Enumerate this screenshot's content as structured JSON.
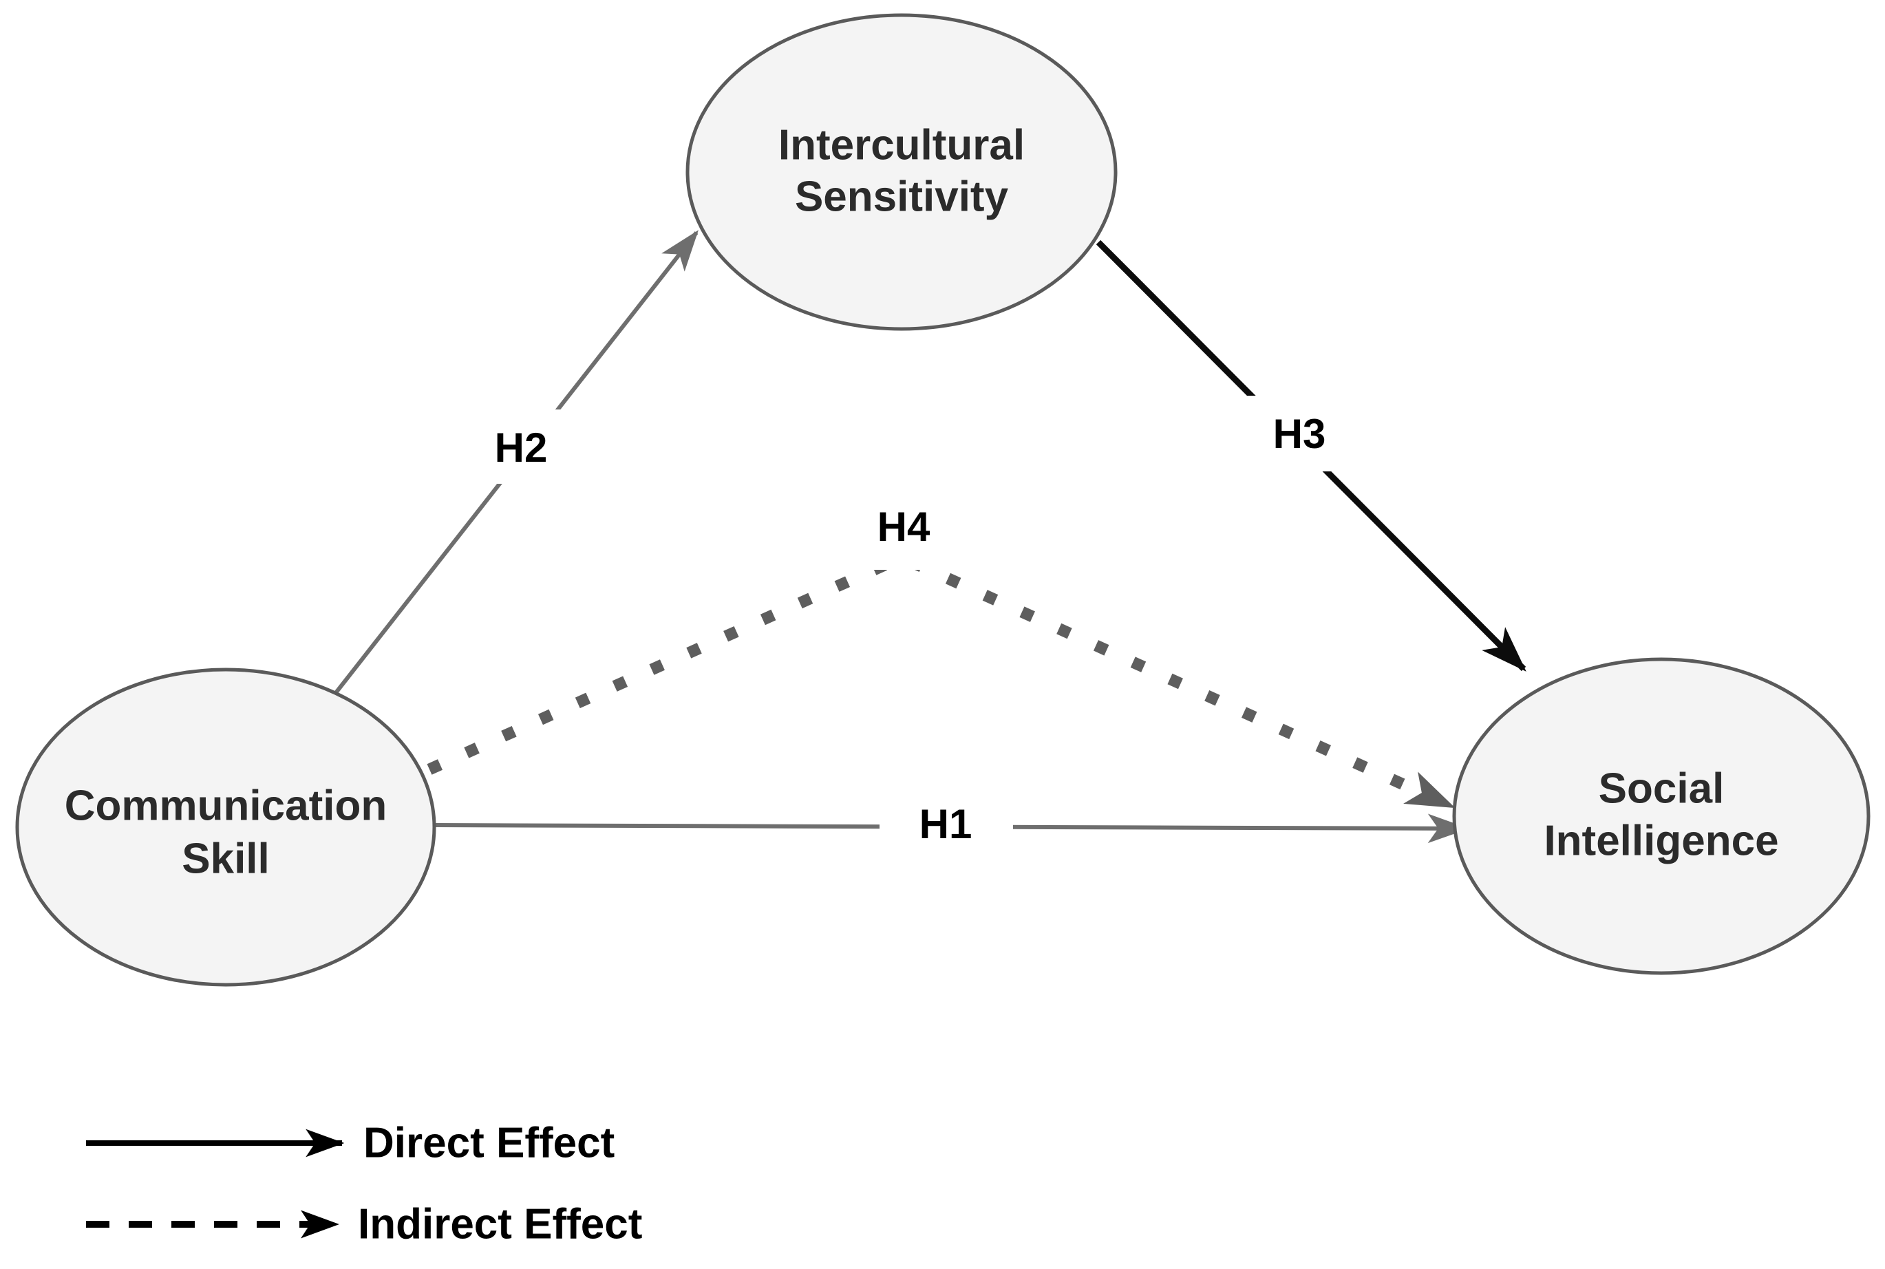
{
  "figure": {
    "kind": "conceptual-research-model",
    "background_color": "#ffffff"
  },
  "nodes": [
    {
      "id": "intercultural-sensitivity",
      "label_line1": "Intercultural",
      "label_line2": "Sensitivity",
      "fill_color": "#f4f4f4",
      "stroke_color": "#5a5a5a"
    },
    {
      "id": "communication-skill",
      "label_line1": "Communication",
      "label_line2": "Skill",
      "fill_color": "#f4f4f4",
      "stroke_color": "#5a5a5a"
    },
    {
      "id": "social-intelligence",
      "label_line1": "Social",
      "label_line2": "Intelligence",
      "fill_color": "#f4f4f4",
      "stroke_color": "#5a5a5a"
    }
  ],
  "edges": [
    {
      "id": "h1",
      "label": "H1",
      "from": "communication-skill",
      "to": "social-intelligence",
      "style": "solid",
      "color": "#6e6e6e",
      "effect": "Direct Effect"
    },
    {
      "id": "h2",
      "label": "H2",
      "from": "communication-skill",
      "to": "intercultural-sensitivity",
      "style": "solid",
      "color": "#6e6e6e",
      "effect": "Direct Effect"
    },
    {
      "id": "h3",
      "label": "H3",
      "from": "intercultural-sensitivity",
      "to": "social-intelligence",
      "style": "solid",
      "color": "#0c0c0c",
      "effect": "Direct Effect"
    },
    {
      "id": "h4",
      "label": "H4",
      "from": "communication-skill",
      "to": "social-intelligence",
      "style": "dotted",
      "color": "#5e5e5e",
      "effect": "Indirect Effect"
    }
  ],
  "legend": {
    "items": [
      {
        "id": "direct-effect",
        "label": "Direct Effect",
        "style": "solid",
        "color": "#000000"
      },
      {
        "id": "indirect-effect",
        "label": "Indirect Effect",
        "style": "dashed",
        "color": "#000000"
      }
    ]
  }
}
